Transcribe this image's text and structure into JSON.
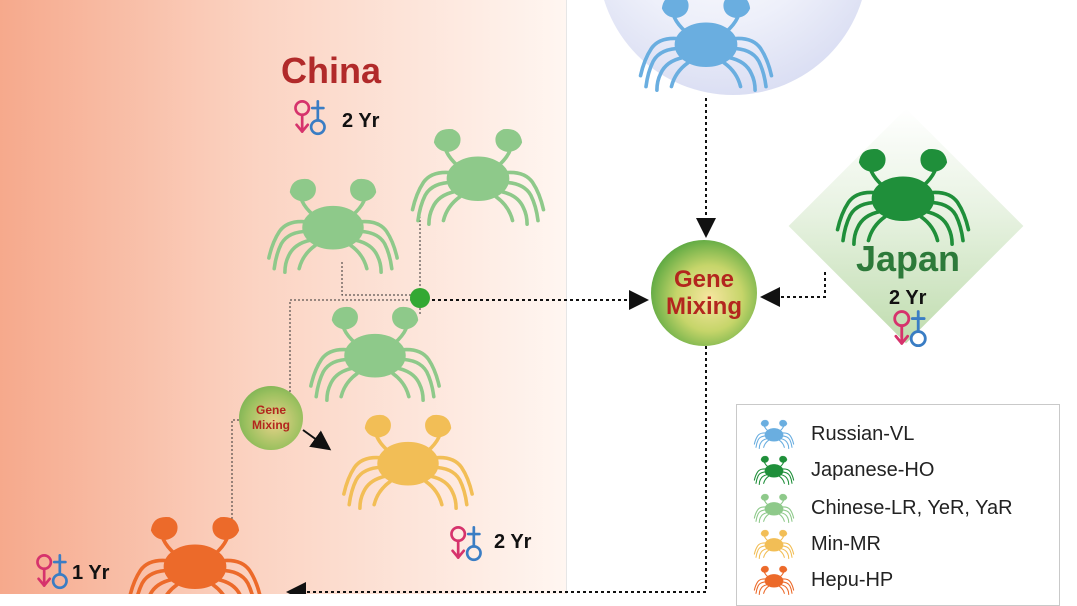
{
  "regions": {
    "china": {
      "title": "China",
      "lifespan": "2 Yr"
    },
    "japan": {
      "title": "Japan",
      "lifespan": "2 Yr"
    }
  },
  "gene_mixing": {
    "large_label": [
      "Gene",
      "Mixing"
    ],
    "small_label": [
      "Gene",
      "Mixing"
    ]
  },
  "lifespans": {
    "china_top": "2 Yr",
    "min_mr": "2 Yr",
    "hepu_hp": "1 Yr"
  },
  "legend": {
    "items": [
      {
        "label": "Russian-VL",
        "color": "#6aaee0",
        "icon": "crab-icon"
      },
      {
        "label": "Japanese-HO",
        "color": "#1f8f3a",
        "icon": "crab-icon"
      },
      {
        "label": "Chinese-LR, YeR, YaR",
        "color": "#8ec98a",
        "icon": "crab-icon"
      },
      {
        "label": "Min-MR",
        "color": "#f2be56",
        "icon": "crab-icon"
      },
      {
        "label": "Hepu-HP",
        "color": "#ec6a2a",
        "icon": "crab-icon"
      }
    ]
  },
  "colors": {
    "russian": "#6aaee0",
    "japanese": "#1f8f3a",
    "chinese": "#8ec98a",
    "min": "#f2be56",
    "hepu": "#ec6a2a",
    "female": "#d6336c",
    "male": "#3a7dc4"
  }
}
